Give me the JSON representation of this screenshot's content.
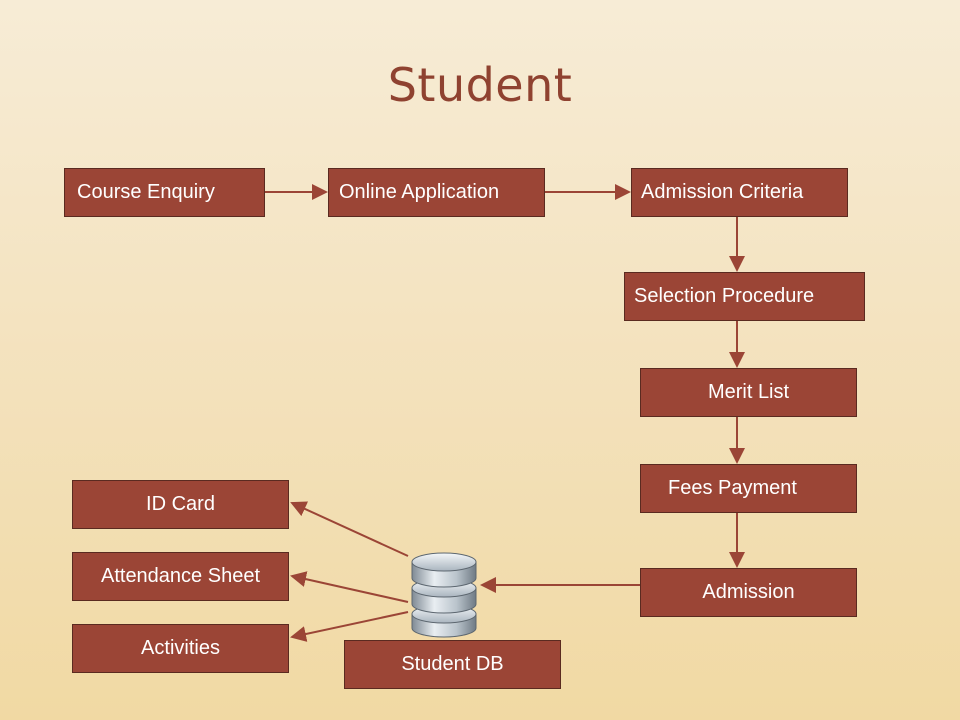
{
  "title": "Student",
  "nodes": {
    "course_enquiry": "Course Enquiry",
    "online_application": "Online Application",
    "admission_criteria": "Admission Criteria",
    "selection_procedure": "Selection Procedure",
    "merit_list": "Merit List",
    "fees_payment": "Fees Payment",
    "admission": "Admission",
    "student_db": "Student DB",
    "id_card": "ID Card",
    "attendance_sheet": "Attendance Sheet",
    "activities": "Activities"
  },
  "colors": {
    "box_fill": "#9b4536",
    "arrow": "#9b4536",
    "title": "#8f4230"
  },
  "icons": {
    "database": "database-icon"
  }
}
